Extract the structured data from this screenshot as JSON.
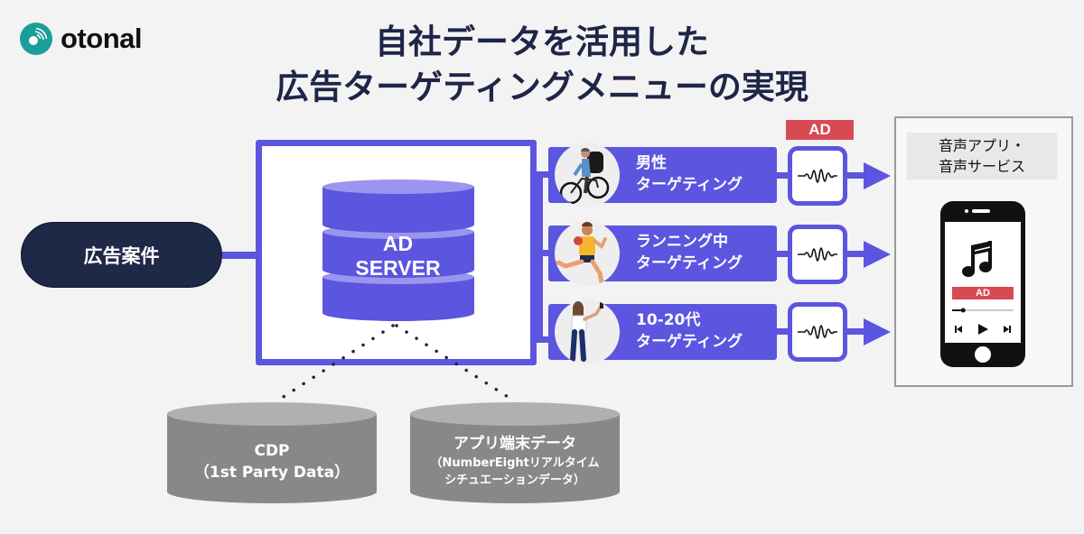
{
  "brand": {
    "name": "otonal",
    "logo_icon": "vinyl-disc-sound-waves-icon",
    "color": "#1b9e98"
  },
  "title": {
    "line1": "自社データを活用した",
    "line2": "広告ターゲティングメニューの実現"
  },
  "source": {
    "label": "広告案件"
  },
  "server": {
    "line1": "AD",
    "line2": "SERVER"
  },
  "ad_badge": "AD",
  "targets": [
    {
      "line1": "男性",
      "line2": "ターゲティング",
      "image": "cyclist-man-illustration"
    },
    {
      "line1": "ランニング中",
      "line2": "ターゲティング",
      "image": "running-woman-illustration"
    },
    {
      "line1": "10-20代",
      "line2": "ターゲティング",
      "image": "young-woman-selfie-illustration"
    }
  ],
  "destination": {
    "line1": "音声アプリ・",
    "line2": "音声サービス",
    "phone_ad_label": "AD",
    "phone_progress": 0.18
  },
  "data_sources": [
    {
      "line1": "CDP",
      "line2": "（1st Party Data）"
    },
    {
      "line1": "アプリ端末データ",
      "line2": "（NumberEightリアルタイム",
      "line3": "シチュエーションデータ）"
    }
  ],
  "colors": {
    "background": "#f3f3f3",
    "accent": "#5b55e0",
    "accent_light": "#9a95ee",
    "navy": "#1e2847",
    "title": "#1e2547",
    "ad_red": "#d84a52",
    "cylinder_gray": "#888888",
    "cylinder_top": "#b0b0b0"
  }
}
